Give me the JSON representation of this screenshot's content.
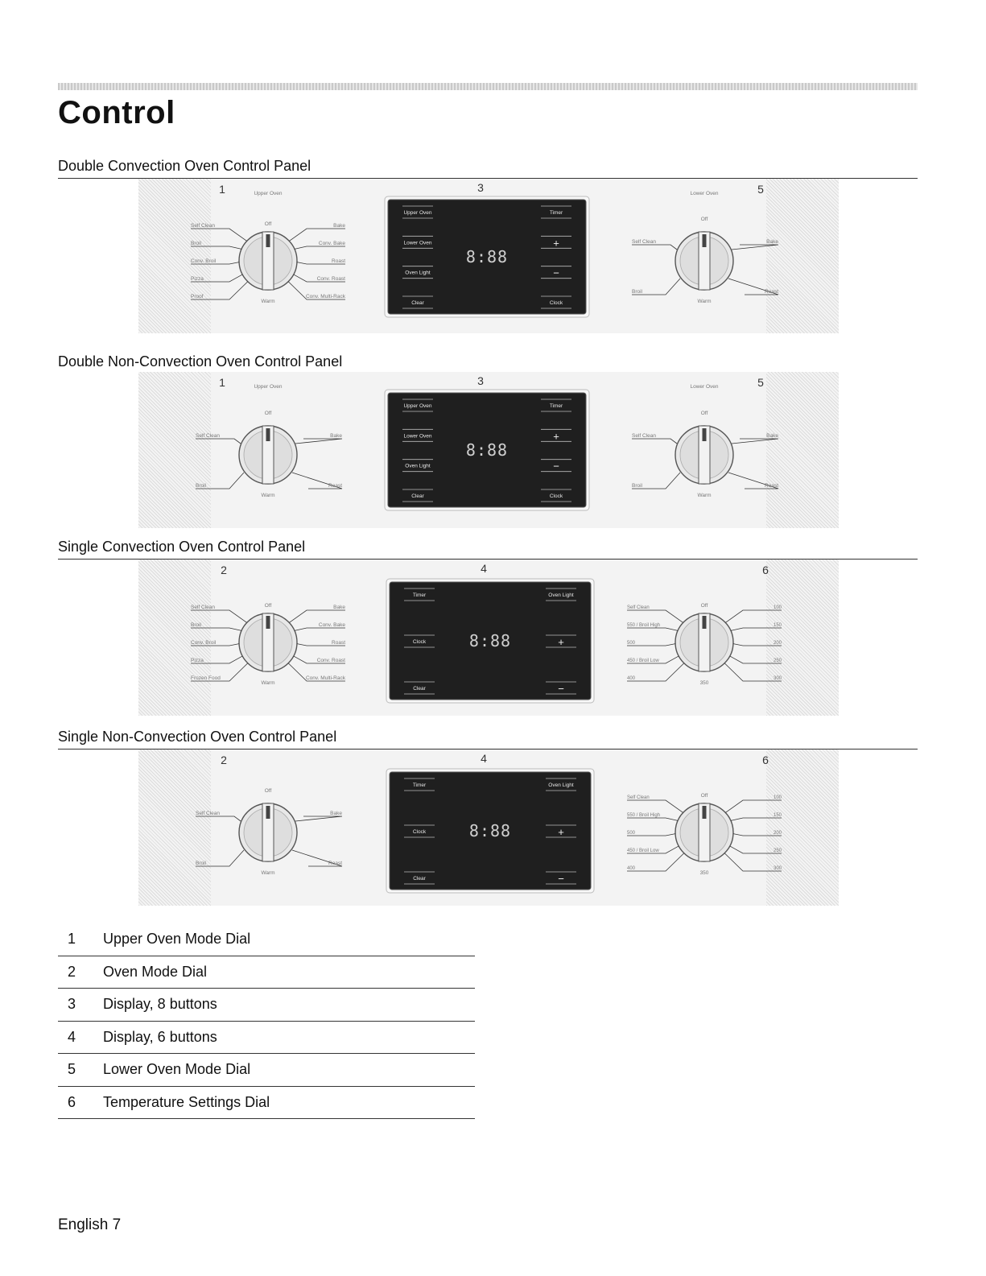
{
  "page": {
    "title": "Control",
    "footer": "English 7"
  },
  "panels": [
    {
      "title": "Double Convection Oven Control Panel",
      "left_dial": {
        "number": "1",
        "header": "Upper Oven",
        "labels": [
          "Self Clean",
          "Off",
          "Bake",
          "Broil",
          "Conv. Bake",
          "Conv. Broil",
          "Roast",
          "Pizza",
          "Conv. Roast",
          "Proof",
          "Warm",
          "Conv. Multi-Rack"
        ]
      },
      "display": {
        "number": "3",
        "readout": "8:88",
        "left_buttons": [
          "Upper Oven",
          "Lower Oven",
          "Oven Light",
          "Clear"
        ],
        "right_buttons": [
          "Timer",
          "+",
          "−",
          "Clock"
        ]
      },
      "right_dial": {
        "number": "5",
        "header": "Lower Oven",
        "labels": [
          "Off",
          "Self Clean",
          "Bake",
          "Broil",
          "Roast",
          "Warm"
        ]
      }
    },
    {
      "title": "Double Non-Convection Oven Control Panel",
      "left_dial": {
        "number": "1",
        "header": "Upper Oven",
        "labels": [
          "Off",
          "Self Clean",
          "Bake",
          "Broil",
          "Roast",
          "Warm"
        ]
      },
      "display": {
        "number": "3",
        "readout": "8:88",
        "left_buttons": [
          "Upper Oven",
          "Lower Oven",
          "Oven Light",
          "Clear"
        ],
        "right_buttons": [
          "Timer",
          "+",
          "−",
          "Clock"
        ]
      },
      "right_dial": {
        "number": "5",
        "header": "Lower Oven",
        "labels": [
          "Off",
          "Self Clean",
          "Bake",
          "Broil",
          "Roast",
          "Warm"
        ]
      }
    },
    {
      "title": "Single Convection Oven Control Panel",
      "left_dial": {
        "number": "2",
        "labels": [
          "Self Clean",
          "Off",
          "Bake",
          "Broil",
          "Conv. Bake",
          "Conv. Broil",
          "Roast",
          "Pizza",
          "Conv. Roast",
          "Frozen Food",
          "Warm",
          "Conv. Multi-Rack"
        ]
      },
      "display": {
        "number": "4",
        "readout": "8:88",
        "left_buttons": [
          "Timer",
          "Clock",
          "Clear"
        ],
        "right_buttons": [
          "Oven Light",
          "+",
          "−"
        ]
      },
      "right_dial": {
        "number": "6",
        "labels": [
          "Self Clean",
          "Off",
          "100",
          "550 / Broil High",
          "150",
          "500",
          "200",
          "450 / Broil Low",
          "250",
          "400",
          "350",
          "300"
        ]
      }
    },
    {
      "title": "Single Non-Convection Oven Control Panel",
      "left_dial": {
        "number": "2",
        "labels": [
          "Off",
          "Self Clean",
          "Bake",
          "Broil",
          "Roast",
          "Warm"
        ]
      },
      "display": {
        "number": "4",
        "readout": "8:88",
        "left_buttons": [
          "Timer",
          "Clock",
          "Clear"
        ],
        "right_buttons": [
          "Oven Light",
          "+",
          "−"
        ]
      },
      "right_dial": {
        "number": "6",
        "labels": [
          "Self Clean",
          "Off",
          "100",
          "550 / Broil High",
          "150",
          "500",
          "200",
          "450 / Broil Low",
          "250",
          "400",
          "350",
          "300"
        ]
      }
    }
  ],
  "legend": [
    {
      "num": "1",
      "text": "Upper Oven Mode Dial"
    },
    {
      "num": "2",
      "text": "Oven Mode Dial"
    },
    {
      "num": "3",
      "text": "Display, 8 buttons"
    },
    {
      "num": "4",
      "text": "Display, 6 buttons"
    },
    {
      "num": "5",
      "text": "Lower Oven Mode Dial"
    },
    {
      "num": "6",
      "text": "Temperature Settings Dial"
    }
  ]
}
